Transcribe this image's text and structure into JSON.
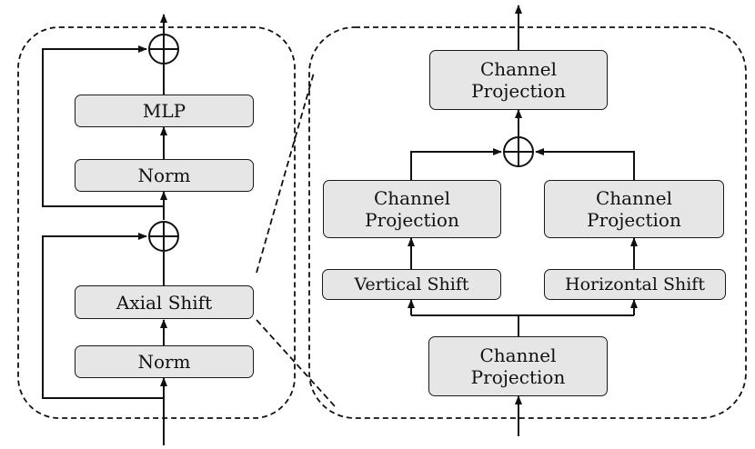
{
  "left_block": {
    "mlp": "MLP",
    "norm_top": "Norm",
    "axial_shift": "Axial Shift",
    "norm_bottom": "Norm"
  },
  "right_block": {
    "top": {
      "line1": "Channel",
      "line2": "Projection"
    },
    "left_proj": {
      "line1": "Channel",
      "line2": "Projection"
    },
    "right_proj": {
      "line1": "Channel",
      "line2": "Projection"
    },
    "vertical_shift": "Vertical Shift",
    "horizontal_shift": "Horizontal Shift",
    "bottom": {
      "line1": "Channel",
      "line2": "Projection"
    }
  },
  "colors": {
    "box_fill": "#e6e6e6",
    "stroke": "#1a1a1a"
  },
  "icons": {
    "sum": "circle-plus-icon",
    "arrow": "arrow-head-icon"
  }
}
